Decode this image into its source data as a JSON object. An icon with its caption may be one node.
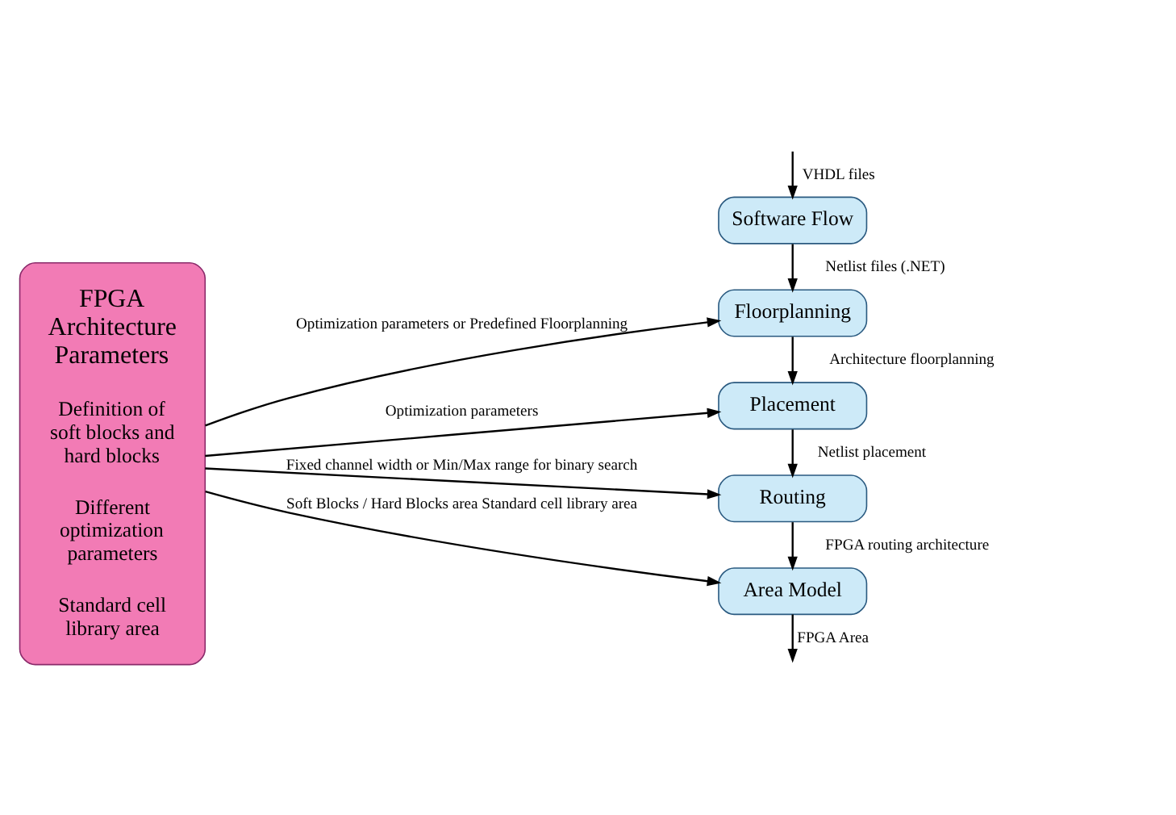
{
  "diagram": {
    "nodes": [
      {
        "text": [
          "FPGA Architecture Parameters",
          "Definition of soft blocks and hard blocks",
          "Different optimization parameters",
          "Standard cell library area"
        ]
      },
      {
        "text": [
          "Software Flow"
        ]
      },
      {
        "text": [
          "Floorplanning"
        ]
      },
      {
        "text": [
          "Placement"
        ]
      },
      {
        "text": [
          "Routing"
        ]
      },
      {
        "text": [
          "Area Model"
        ]
      }
    ],
    "edges": [
      {
        "from": null,
        "to": 1,
        "arrow": "to",
        "label": "VHDL files"
      },
      {
        "from": 1,
        "to": 2,
        "arrow": "to",
        "label": "Netlist files (.NET)"
      },
      {
        "from": 2,
        "to": 3,
        "arrow": "to",
        "label": "Architecture floorplanning"
      },
      {
        "from": 3,
        "to": 4,
        "arrow": "to",
        "label": "Netlist placement"
      },
      {
        "from": 4,
        "to": 5,
        "arrow": "to",
        "label": "FPGA routing architecture"
      },
      {
        "from": 5,
        "to": null,
        "arrow": "to",
        "label": "FPGA Area"
      },
      {
        "from": 0,
        "to": 2,
        "arrow": "to",
        "label": "Optimization parameters or Predefined Floorplanning"
      },
      {
        "from": 0,
        "to": 3,
        "arrow": "to",
        "label": "Optimization parameters"
      },
      {
        "from": 0,
        "to": 4,
        "arrow": "to",
        "label": "Fixed channel width or Min/Max range for binary search"
      },
      {
        "from": 0,
        "to": 5,
        "arrow": "to",
        "label": "Soft Blocks / Hard Blocks area Standard cell library area"
      }
    ]
  }
}
